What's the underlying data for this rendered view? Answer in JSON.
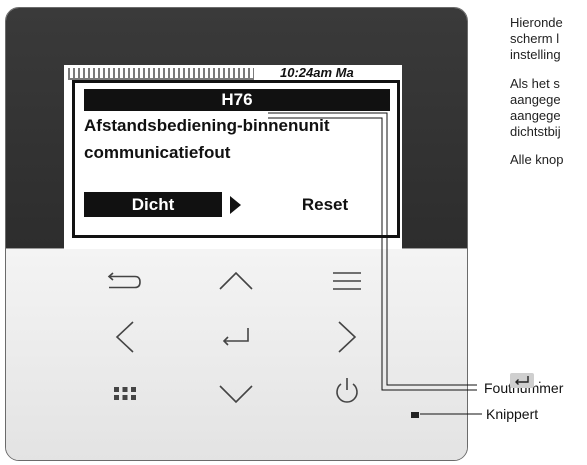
{
  "screen": {
    "status_time": "10:24am Ma",
    "dialog": {
      "error_code": "H76",
      "message_line1": "Afstandsbediening-binnenunit",
      "message_line2": "communicatiefout",
      "close_label": "Dicht",
      "reset_label": "Reset"
    }
  },
  "keypad": {
    "icons": [
      "return-icon",
      "up-arrow-icon",
      "menu-icon",
      "left-arrow-icon",
      "enter-icon",
      "right-arrow-icon",
      "grid-icon",
      "down-arrow-icon",
      "power-icon"
    ]
  },
  "instructions": {
    "lines": [
      "Hieronde",
      "scherm l",
      "instelling",
      "Als het s",
      "aangege",
      "aangege",
      "dichtstbij",
      "Alle knop"
    ],
    "enter_suffix": "."
  },
  "callouts": {
    "error_number": "Foutnummer",
    "blinker": "Knippert"
  },
  "colors": {
    "body_dark": "#2d2d2d",
    "body_light": "#ececec",
    "lcd_bg": "#ffffff",
    "lcd_ink": "#111111"
  }
}
